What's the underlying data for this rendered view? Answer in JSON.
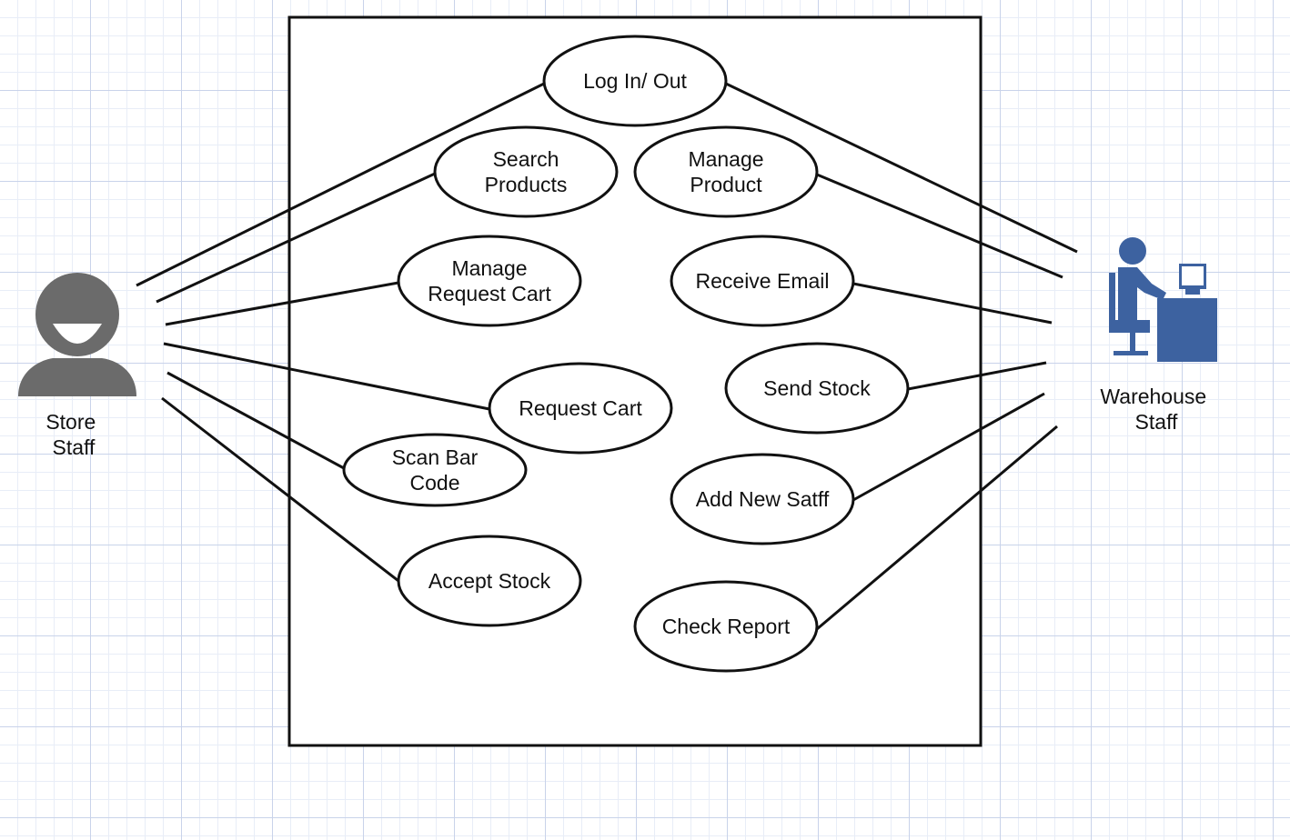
{
  "actors": {
    "store_staff": {
      "label_lines": [
        "Store",
        "Staff"
      ]
    },
    "warehouse_staff": {
      "label_lines": [
        "Warehouse",
        "Staff"
      ]
    }
  },
  "use_cases": [
    {
      "id": "log-in-out",
      "lines": [
        "Log In/ Out"
      ]
    },
    {
      "id": "search-products",
      "lines": [
        "Search",
        "Products"
      ]
    },
    {
      "id": "manage-product",
      "lines": [
        "Manage",
        "Product"
      ]
    },
    {
      "id": "manage-request-cart",
      "lines": [
        "Manage",
        "Request Cart"
      ]
    },
    {
      "id": "receive-email",
      "lines": [
        "Receive Email"
      ]
    },
    {
      "id": "request-cart",
      "lines": [
        "Request Cart"
      ]
    },
    {
      "id": "send-stock",
      "lines": [
        "Send Stock"
      ]
    },
    {
      "id": "scan-bar-code",
      "lines": [
        "Scan Bar",
        "Code"
      ]
    },
    {
      "id": "add-new-satff",
      "lines": [
        "Add New Satff"
      ]
    },
    {
      "id": "accept-stock",
      "lines": [
        "Accept Stock"
      ]
    },
    {
      "id": "check-report",
      "lines": [
        "Check Report"
      ]
    }
  ],
  "associations": [
    {
      "actor": "store_staff",
      "use_case": "log-in-out"
    },
    {
      "actor": "store_staff",
      "use_case": "search-products"
    },
    {
      "actor": "store_staff",
      "use_case": "manage-request-cart"
    },
    {
      "actor": "store_staff",
      "use_case": "request-cart"
    },
    {
      "actor": "store_staff",
      "use_case": "scan-bar-code"
    },
    {
      "actor": "store_staff",
      "use_case": "accept-stock"
    },
    {
      "actor": "warehouse_staff",
      "use_case": "log-in-out"
    },
    {
      "actor": "warehouse_staff",
      "use_case": "manage-product"
    },
    {
      "actor": "warehouse_staff",
      "use_case": "receive-email"
    },
    {
      "actor": "warehouse_staff",
      "use_case": "send-stock"
    },
    {
      "actor": "warehouse_staff",
      "use_case": "add-new-satff"
    },
    {
      "actor": "warehouse_staff",
      "use_case": "check-report"
    }
  ],
  "colors": {
    "store_staff_icon": "#6b6b6b",
    "warehouse_staff_icon": "#3d62a0",
    "lines": "#111111"
  },
  "icons": {
    "store_staff": "user-avatar-icon",
    "warehouse_staff": "computer-worker-icon"
  }
}
